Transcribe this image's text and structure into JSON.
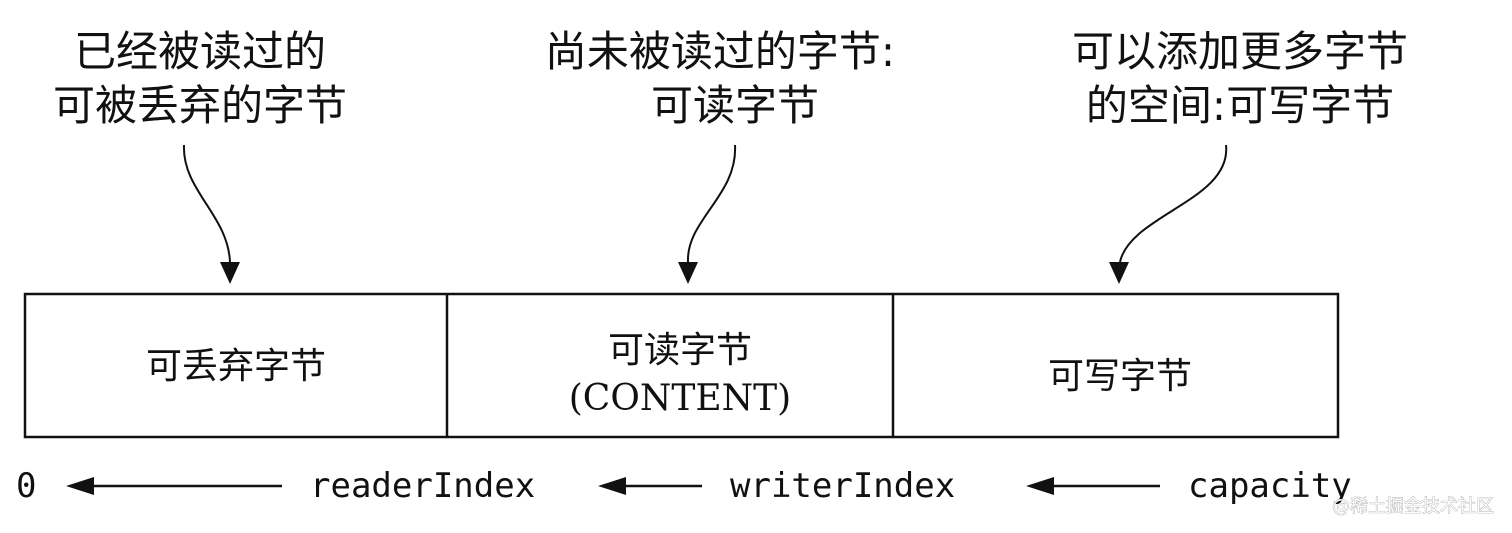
{
  "callouts": {
    "discardable": {
      "line1": "已经被读过的",
      "line2": "可被丢弃的字节"
    },
    "readable": {
      "line1": "尚未被读过的字节:",
      "line2": "可读字节"
    },
    "writable": {
      "line1": "可以添加更多字节",
      "line2": "的空间:可写字节"
    }
  },
  "buffer": {
    "segments": {
      "discardable": {
        "label": "可丢弃字节"
      },
      "readable": {
        "label": "可读字节",
        "sublabel": "(CONTENT)"
      },
      "writable": {
        "label": "可写字节"
      }
    }
  },
  "indices": {
    "zero": "0",
    "reader": "readerIndex",
    "writer": "writerIndex",
    "capacity": "capacity"
  },
  "watermark": "@稀土掘金技术社区"
}
